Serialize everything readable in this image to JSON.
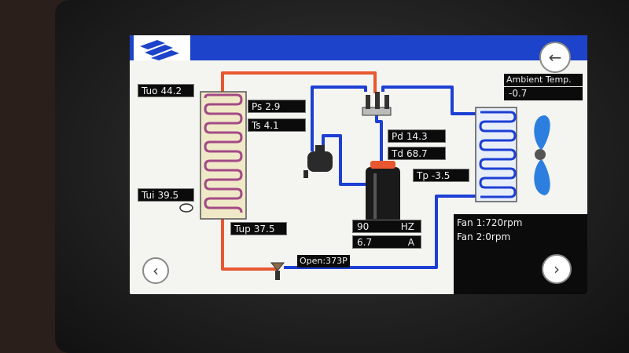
{
  "colors": {
    "header": "#1c43c9",
    "hot_pipe": "#e8572f",
    "cold_pipe": "#1c3fd4",
    "readout_bg": "#0b0b0b",
    "fan_blade": "#2d7fdf"
  },
  "navigation": {
    "back_icon": "arrow-left-icon",
    "prev_icon": "chevron-left-icon",
    "next_icon": "chevron-right-icon",
    "back_glyph": "←",
    "prev_glyph": "‹",
    "next_glyph": "›"
  },
  "readouts": {
    "tuo": {
      "label": "Tuo",
      "value": "44.2"
    },
    "tui": {
      "label": "Tui",
      "value": "39.5"
    },
    "tup": {
      "label": "Tup",
      "value": "37.5"
    },
    "ps": {
      "label": "Ps",
      "value": "2.9"
    },
    "ts": {
      "label": "Ts",
      "value": "4.1"
    },
    "pd": {
      "label": "Pd",
      "value": "14.3"
    },
    "td": {
      "label": "Td",
      "value": "68.7"
    },
    "tp": {
      "label": "Tp",
      "value": "-3.5"
    }
  },
  "ambient": {
    "label": "Ambient Temp.",
    "value": "-0.7"
  },
  "compressor": {
    "frequency": {
      "value": "90",
      "unit": "HZ"
    },
    "current": {
      "value": "6.7",
      "unit": "A"
    }
  },
  "valve": {
    "label": "Open:373P"
  },
  "fans": {
    "fan1": "Fan 1:720rpm",
    "fan2": "Fan 2:0rpm"
  }
}
